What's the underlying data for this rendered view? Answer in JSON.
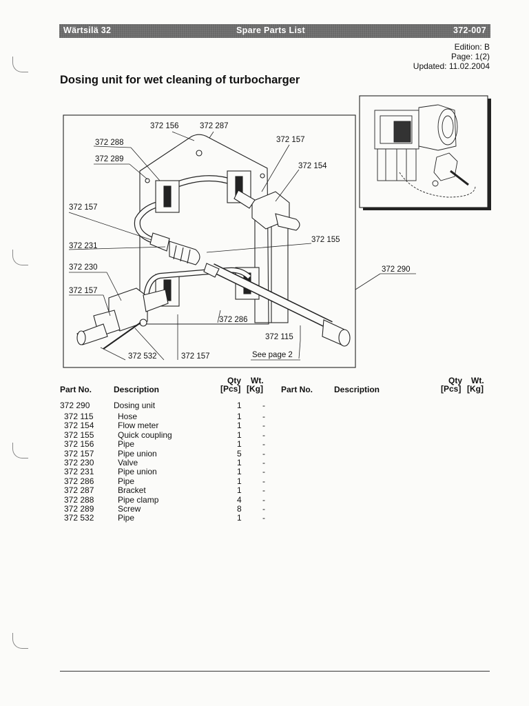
{
  "header": {
    "left": "Wärtsilä 32",
    "center": "Spare Parts List",
    "right": "372-007"
  },
  "meta": {
    "edition": "Edition: B",
    "page": "Page: 1(2)",
    "updated": "Updated: 11.02.2004"
  },
  "title": "Dosing unit for wet cleaning of turbocharger",
  "callouts": {
    "c156": "372 156",
    "c287": "372 287",
    "c288": "372 288",
    "c289": "372 289",
    "c157a": "372 157",
    "c154": "372 154",
    "c157b": "372 157",
    "c231": "372 231",
    "c155": "372 155",
    "c230": "372 230",
    "c157c": "372 157",
    "c290": "372 290",
    "c286": "372 286",
    "c115": "372 115",
    "c532": "372 532",
    "c157d": "372 157",
    "see": "See page 2"
  },
  "table": {
    "headers": {
      "part": "Part No.",
      "desc": "Description",
      "qty": "Qty",
      "qty_unit": "[Pcs]",
      "wt": "Wt.",
      "wt_unit": "[Kg]"
    },
    "rows": [
      {
        "part": "372 290",
        "desc": "Dosing  unit",
        "qty": "1",
        "wt": "-"
      },
      {
        "part": "372 115",
        "desc": "Hose",
        "qty": "1",
        "wt": "-"
      },
      {
        "part": "372 154",
        "desc": "Flow meter",
        "qty": "1",
        "wt": "-"
      },
      {
        "part": "372 155",
        "desc": "Quick coupling",
        "qty": "1",
        "wt": "-"
      },
      {
        "part": "372 156",
        "desc": "Pipe",
        "qty": "1",
        "wt": "-"
      },
      {
        "part": "372 157",
        "desc": "Pipe union",
        "qty": "5",
        "wt": "-"
      },
      {
        "part": "372 230",
        "desc": "Valve",
        "qty": "1",
        "wt": "-"
      },
      {
        "part": "372 231",
        "desc": "Pipe union",
        "qty": "1",
        "wt": "-"
      },
      {
        "part": "372 286",
        "desc": "Pipe",
        "qty": "1",
        "wt": "-"
      },
      {
        "part": "372 287",
        "desc": "Bracket",
        "qty": "1",
        "wt": "-"
      },
      {
        "part": "372 288",
        "desc": "Pipe clamp",
        "qty": "4",
        "wt": "-"
      },
      {
        "part": "372 289",
        "desc": "Screw",
        "qty": "8",
        "wt": "-"
      },
      {
        "part": "372 532",
        "desc": "Pipe",
        "qty": "1",
        "wt": "-"
      }
    ]
  }
}
